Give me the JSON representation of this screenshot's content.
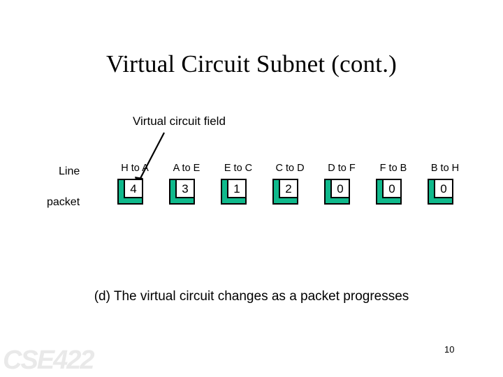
{
  "slide": {
    "title": "Virtual Circuit Subnet (cont.)",
    "caption": "(d) The virtual circuit changes as a packet progresses",
    "page_number": "10",
    "logo": "CSE422"
  },
  "callout": {
    "label": "Virtual circuit field",
    "arrow_icon": "arrow-down-left-icon"
  },
  "row_labels": {
    "line": "Line",
    "packet": "packet"
  },
  "colors": {
    "packet_green": "#10b98c",
    "outline": "#000000",
    "vc_field_bg": "#ffffff",
    "logo_gray": "#e9e9e9"
  },
  "packets": [
    {
      "line": "H to A",
      "vc": "4"
    },
    {
      "line": "A to E",
      "vc": "3"
    },
    {
      "line": "E to C",
      "vc": "1"
    },
    {
      "line": "C to D",
      "vc": "2"
    },
    {
      "line": "D to F",
      "vc": "0"
    },
    {
      "line": "F to B",
      "vc": "0"
    },
    {
      "line": "B to H",
      "vc": "0"
    }
  ]
}
